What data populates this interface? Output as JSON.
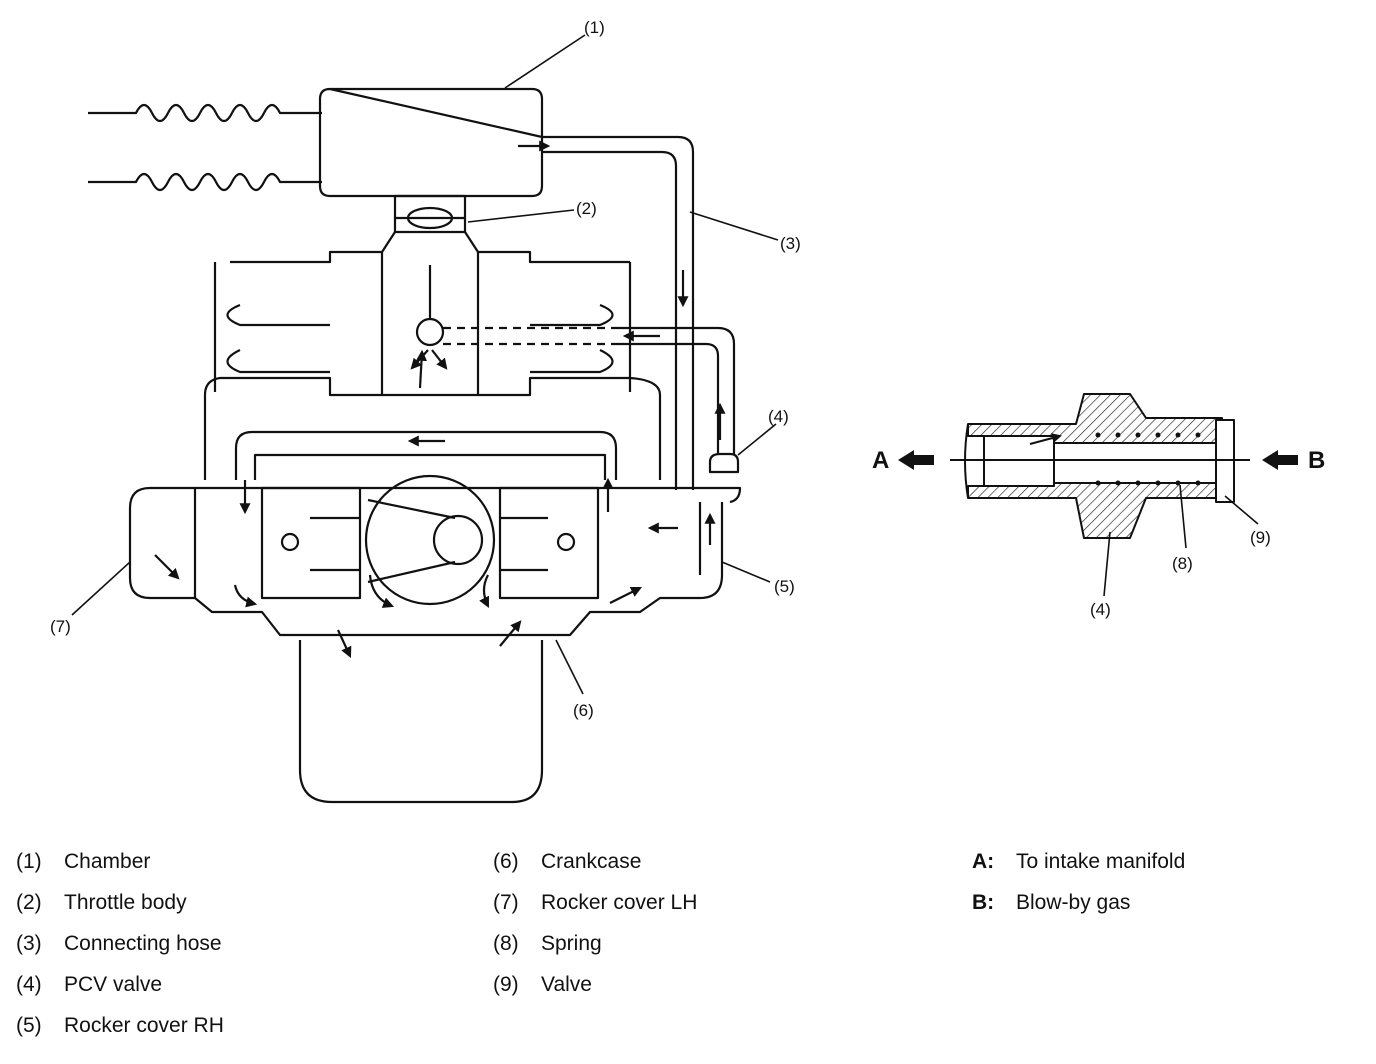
{
  "callouts": {
    "c1": "(1)",
    "c2": "(2)",
    "c3": "(3)",
    "c4a": "(4)",
    "c5": "(5)",
    "c6": "(6)",
    "c7": "(7)",
    "c4b": "(4)",
    "c8": "(8)",
    "c9": "(9)"
  },
  "sides": {
    "a": "A",
    "b": "B"
  },
  "legend": {
    "col1": [
      {
        "code": "(1)",
        "label": "Chamber"
      },
      {
        "code": "(2)",
        "label": "Throttle body"
      },
      {
        "code": "(3)",
        "label": "Connecting hose"
      },
      {
        "code": "(4)",
        "label": "PCV valve"
      },
      {
        "code": "(5)",
        "label": "Rocker cover RH"
      }
    ],
    "col2": [
      {
        "code": "(6)",
        "label": "Crankcase"
      },
      {
        "code": "(7)",
        "label": "Rocker cover LH"
      },
      {
        "code": "(8)",
        "label": "Spring"
      },
      {
        "code": "(9)",
        "label": "Valve"
      }
    ],
    "col3": [
      {
        "code": "A:",
        "label": "To intake manifold"
      },
      {
        "code": "B:",
        "label": "Blow-by gas"
      }
    ]
  }
}
